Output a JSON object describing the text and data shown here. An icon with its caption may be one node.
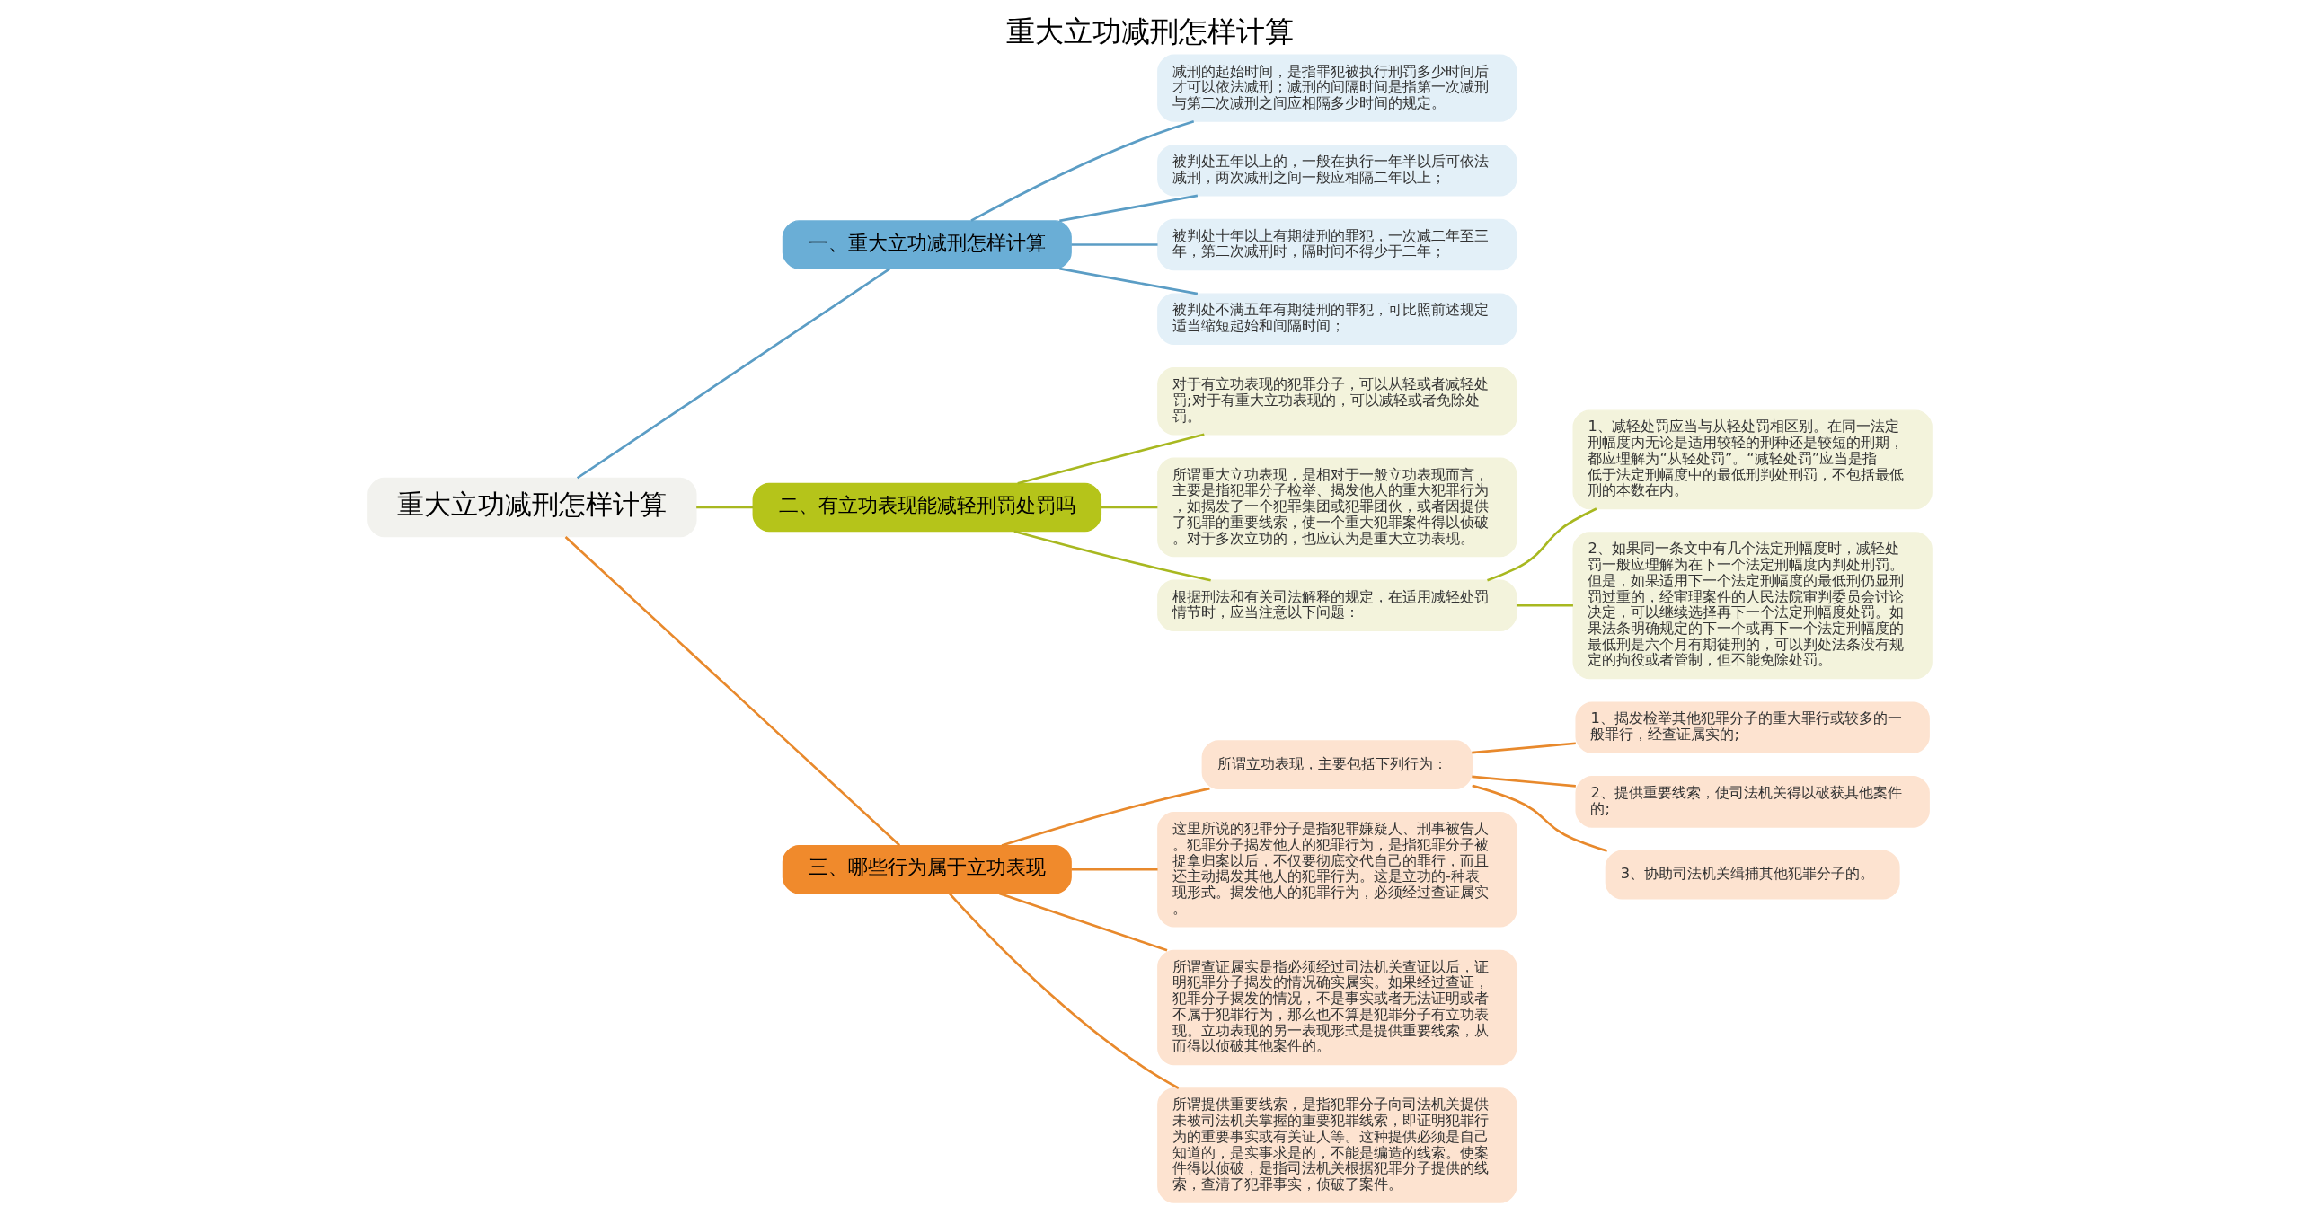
{
  "diagram": {
    "title": "重大立功减刑怎样计算",
    "nodes": [
      {
        "text": [
          "重大立功减刑怎样计算"
        ]
      },
      {
        "text": [
          "一、重大立功减刑怎样计算"
        ]
      },
      {
        "text": [
          "减刑的起始时间，是指罪犯被执行刑罚多少时间后才可以依法减刑；减刑的间隔时间是指第一次减刑与第二次减刑之间应相隔多少时间的规定。"
        ]
      },
      {
        "text": [
          "被判处五年以上的，一般在执行一年半以后可依法减刑，两次减刑之间一般应相隔二年以上；"
        ]
      },
      {
        "text": [
          "被判处十年以上有期徒刑的罪犯，一次减二年至三年，第二次减刑时，隔时间不得少于二年；"
        ]
      },
      {
        "text": [
          "被判处不满五年有期徒刑的罪犯，可比照前述规定适当缩短起始和间隔时间；"
        ]
      },
      {
        "text": [
          "二、有立功表现能减轻刑罚处罚吗"
        ]
      },
      {
        "text": [
          "对于有立功表现的犯罪分子，可以从轻或者减轻处罚;对于有重大立功表现的，可以减轻或者免除处罚。"
        ]
      },
      {
        "text": [
          "所谓重大立功表现，是相对于一般立功表现而言，主要是指犯罪分子检举、揭发他人的重大犯罪行为，如揭发了一个犯罪集团或犯罪团伙，或者因提供了犯罪的重要线索，使一个重大犯罪案件得以侦破。对于多次立功的，也应认为是重大立功表现。"
        ]
      },
      {
        "text": [
          "根据刑法和有关司法解释的规定，在适用减轻处罚情节时，应当注意以下问题："
        ]
      },
      {
        "text": [
          "1、减轻处罚应当与从轻处罚相区别。在同一法定刑幅度内无论是适用较轻的刑种还是较短的刑期，都应理解为“从轻处罚”。“减轻处罚”应当是指低于法定刑幅度中的最低刑判处刑罚，不包括最低刑的本数在内。"
        ]
      },
      {
        "text": [
          "2、如果同一条文中有几个法定刑幅度时，减轻处罚一般应理解为在下一个法定刑幅度内判处刑罚。但是，如果适用下一个法定刑幅度的最低刑仍显刑罚过重的，经审理案件的人民法院审判委员会讨论决定，可以继续选择再下一个法定刑幅度处罚。如果法条明确规定的下一个或再下一个法定刑幅度的最低刑是六个月有期徒刑的，可以判处法条没有规定的拘役或者管制，但不能免除处罚。"
        ]
      },
      {
        "text": [
          "三、哪些行为属于立功表现"
        ]
      },
      {
        "text": [
          "所谓立功表现，主要包括下列行为："
        ]
      },
      {
        "text": [
          "1、揭发检举其他犯罪分子的重大罪行或较多的一般罪行，经查证属实的;"
        ]
      },
      {
        "text": [
          "2、提供重要线索，使司法机关得以破获其他案件的;"
        ]
      },
      {
        "text": [
          "3、协助司法机关缉捕其他犯罪分子的。"
        ]
      },
      {
        "text": [
          "这里所说的犯罪分子是指犯罪嫌疑人、刑事被告人。犯罪分子揭发他人的犯罪行为，是指犯罪分子被捉拿归案以后，不仅要彻底交代自己的罪行，而且还主动揭发其他人的犯罪行为。这是立功的-种表现形式。揭发他人的犯罪行为，必须经过查证属实。"
        ]
      },
      {
        "text": [
          "所谓查证属实是指必须经过司法机关查证以后，证明犯罪分子揭发的情况确实属实。如果经过查证，犯罪分子揭发的情况，不是事实或者无法证明或者不属于犯罪行为，那么也不算是犯罪分子有立功表现。立功表现的另一表现形式是提供重要线索，从而得以侦破其他案件的。"
        ]
      },
      {
        "text": [
          "所谓提供重要线索，是指犯罪分子向司法机关提供未被司法机关掌握的重要犯罪线索，即证明犯罪行为的重要事实或有关证人等。这种提供必须是自己知道的，是实事求是的，不能是编造的线索。使案件得以侦破，是指司法机关根据犯罪分子提供的线索，查清了犯罪事实，侦破了案件。"
        ]
      }
    ],
    "edges": [
      {
        "from": 0,
        "to": 1,
        "arrow": "none",
        "color": "#5b9dc5"
      },
      {
        "from": 1,
        "to": 2,
        "arrow": "none",
        "color": "#5b9dc5"
      },
      {
        "from": 1,
        "to": 3,
        "arrow": "none",
        "color": "#5b9dc5"
      },
      {
        "from": 1,
        "to": 4,
        "arrow": "none",
        "color": "#5b9dc5"
      },
      {
        "from": 1,
        "to": 5,
        "arrow": "none",
        "color": "#5b9dc5"
      },
      {
        "from": 0,
        "to": 6,
        "arrow": "none",
        "color": "#a8b820"
      },
      {
        "from": 6,
        "to": 7,
        "arrow": "none",
        "color": "#a8b820"
      },
      {
        "from": 6,
        "to": 8,
        "arrow": "none",
        "color": "#a8b820"
      },
      {
        "from": 6,
        "to": 9,
        "arrow": "none",
        "color": "#a8b820"
      },
      {
        "from": 9,
        "to": 10,
        "arrow": "none",
        "color": "#a8b820"
      },
      {
        "from": 9,
        "to": 11,
        "arrow": "none",
        "color": "#a8b820"
      },
      {
        "from": 0,
        "to": 12,
        "arrow": "none"
      },
      {
        "from": 12,
        "to": 13,
        "arrow": "none"
      },
      {
        "from": 13,
        "to": 14,
        "arrow": "none"
      },
      {
        "from": 13,
        "to": 15,
        "arrow": "none"
      },
      {
        "from": 13,
        "to": 16,
        "arrow": "none"
      },
      {
        "from": 12,
        "to": 17,
        "arrow": "none"
      },
      {
        "from": 12,
        "to": 18,
        "arrow": "none"
      },
      {
        "from": 12,
        "to": 19,
        "arrow": "none"
      }
    ]
  }
}
